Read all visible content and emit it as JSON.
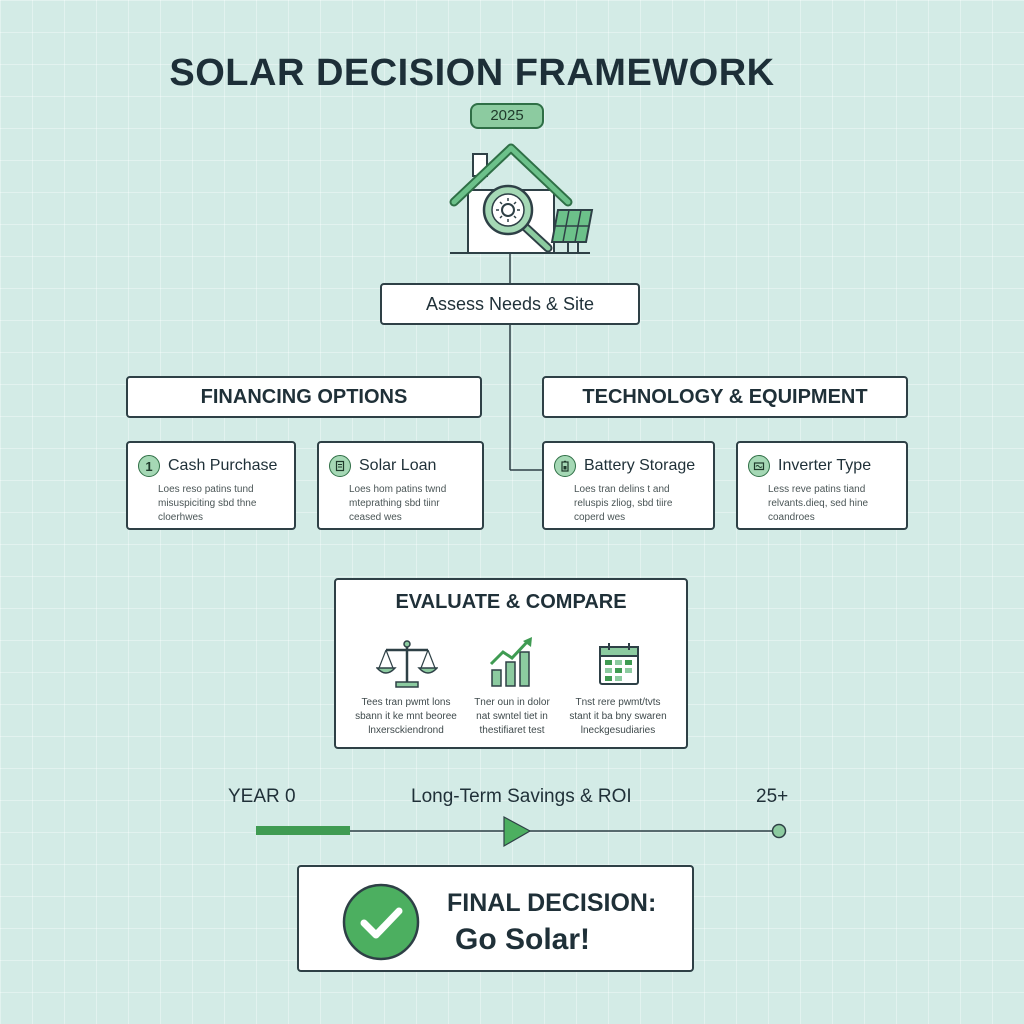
{
  "title": "SOLAR DECISION FRAMEWORK",
  "year_badge": "2025",
  "root": {
    "label": "Assess Needs & Site",
    "icon": "house-magnifier-solar-icon"
  },
  "financing": {
    "title": "FINANCING OPTIONS",
    "items": [
      {
        "num": "1",
        "label": "Cash Purchase",
        "desc": [
          "Loes reso patins tund",
          "misuspiciting sbd thne",
          "cloerhwes"
        ]
      },
      {
        "icon": "document-icon",
        "label": "Solar Loan",
        "desc": [
          "Loes hom patins twnd",
          "mteprathing sbd tiinr",
          "ceased wes"
        ]
      }
    ]
  },
  "technology": {
    "title": "TECHNOLOGY & EQUIPMENT",
    "items": [
      {
        "icon": "battery-icon",
        "label": "Battery Storage",
        "desc": [
          "Loes tran delins t and",
          "reluspis zliog, sbd tiire",
          "coperd wes"
        ]
      },
      {
        "icon": "inverter-icon",
        "label": "Inverter Type",
        "desc": [
          "Less reve patins tiand",
          "relvants.dieq, sed hine",
          "coandroes"
        ]
      }
    ]
  },
  "evaluate": {
    "title": "EVALUATE & COMPARE",
    "columns": [
      {
        "icon": "scales-icon",
        "text": [
          "Tees tran pwmt lons",
          "sbann it ke mnt beoree",
          "lnxersckiendrond"
        ]
      },
      {
        "icon": "growth-chart-icon",
        "text": [
          "Tner oun in dolor",
          "nat swntel tiet in",
          "thestifiaret test"
        ]
      },
      {
        "icon": "calendar-icon",
        "text": [
          "Tnst rere pwmt/tvts",
          "stant it ba bny swaren",
          "lneckgesudiaries"
        ]
      }
    ]
  },
  "timeline": {
    "start": "YEAR 0",
    "label": "Long-Term Savings & ROI",
    "end": "25+",
    "progress": 0.18
  },
  "final": {
    "line1": "FINAL DECISION:",
    "line2": "Go Solar!",
    "icon": "checkmark-icon"
  },
  "colors": {
    "accent": "#3f9b52",
    "accent_light": "#a5d8b5",
    "dark": "#2e4046",
    "background": "#d3ebe6"
  }
}
